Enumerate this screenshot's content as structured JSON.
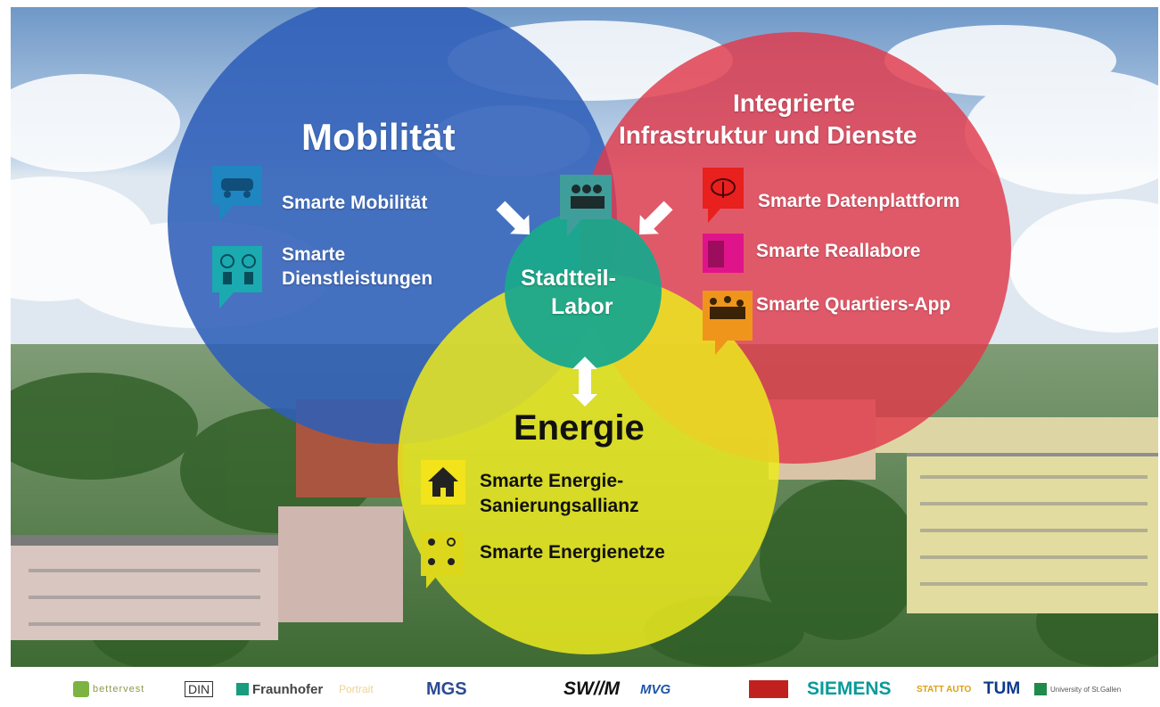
{
  "diagram": {
    "circles": {
      "mobility": {
        "title": "Mobilität",
        "items": [
          "Smarte Mobilität",
          "Smarte",
          "Dienstleistungen"
        ]
      },
      "infrastructure": {
        "title_line1": "Integrierte",
        "title_line2": "Infrastruktur und Dienste",
        "items": [
          "Smarte Datenplattform",
          "Smarte Reallabore",
          "Smarte Quartiers-App"
        ]
      },
      "energy": {
        "title": "Energie",
        "items": [
          "Smarte Energie-",
          "Sanierungsallianz",
          "Smarte Energienetze"
        ]
      },
      "center": {
        "line1": "Stadtteil-",
        "line2": "Labor"
      }
    },
    "colors": {
      "mobility": "#2f5fb8",
      "infrastructure": "#e0394a",
      "energy": "#e8e41a",
      "center": "#1aa88c"
    }
  },
  "partners": {
    "betterwood": "bettervest",
    "din": "DIN",
    "fraunhofer": "Fraunhofer",
    "portrait": "Portrait",
    "mgs": "MGS",
    "swm": "SW//M",
    "mvg": "MVG",
    "siemens": "SIEMENS",
    "stattauto": "STATT AUTO",
    "tum": "TUM",
    "stgallen": "University of St.Gallen"
  }
}
